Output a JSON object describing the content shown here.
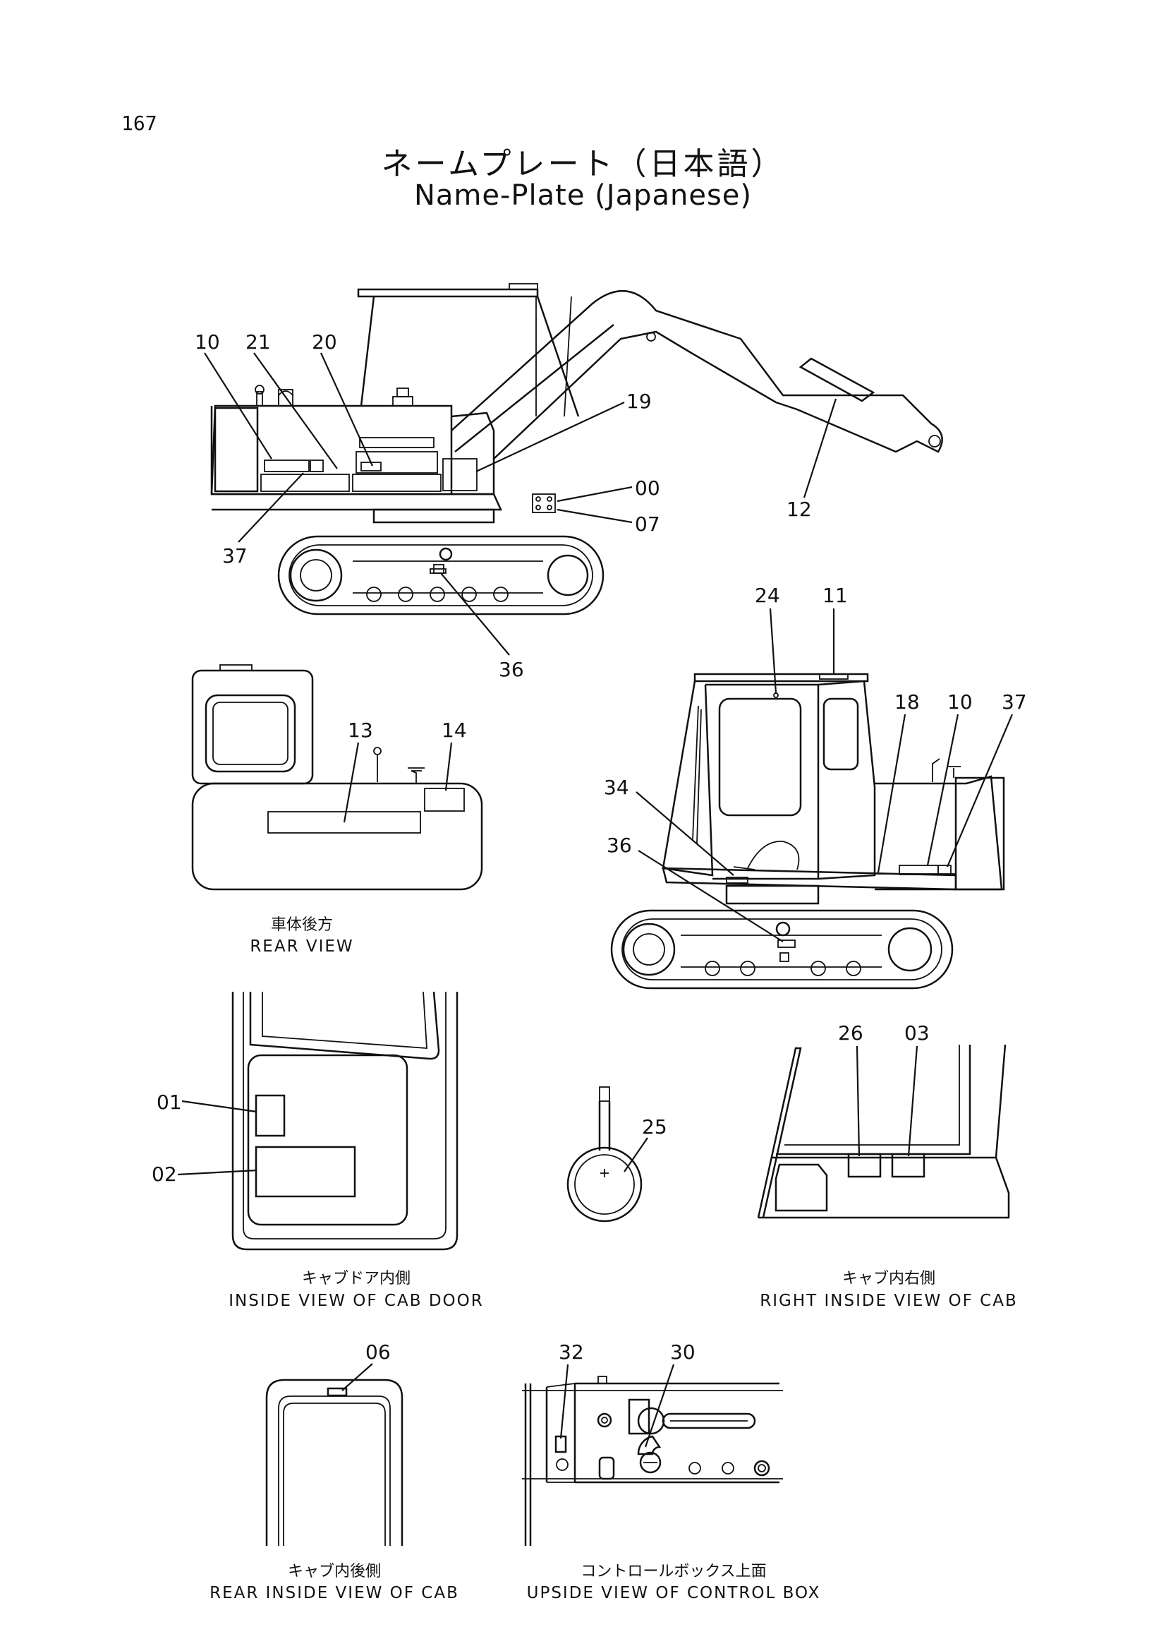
{
  "page_number": "167",
  "title_jp": "ネームプレート（日本語）",
  "title_en": "Name-Plate (Japanese)",
  "views": {
    "side": {
      "callouts": [
        "10",
        "21",
        "20",
        "19",
        "00",
        "07",
        "12",
        "37",
        "36"
      ]
    },
    "rear": {
      "callouts": [
        "13",
        "14"
      ],
      "caption_jp": "車体後方",
      "caption_en": "REAR VIEW"
    },
    "front": {
      "callouts": [
        "24",
        "11",
        "18",
        "10",
        "37",
        "34",
        "36"
      ]
    },
    "cab_door": {
      "callouts": [
        "01",
        "02"
      ],
      "caption_jp": "キャブドア内側",
      "caption_en": "INSIDE VIEW OF CAB DOOR"
    },
    "gauge": {
      "callouts": [
        "25"
      ]
    },
    "cab_right": {
      "callouts": [
        "26",
        "03"
      ],
      "caption_jp": "キャブ内右側",
      "caption_en": "RIGHT INSIDE VIEW OF CAB"
    },
    "cab_rear": {
      "callouts": [
        "06"
      ],
      "caption_jp": "キャブ内後側",
      "caption_en": "REAR INSIDE VIEW OF CAB"
    },
    "control_box": {
      "callouts": [
        "32",
        "30"
      ],
      "caption_jp": "コントロールボックス上面",
      "caption_en": "UPSIDE VIEW OF CONTROL BOX"
    }
  }
}
